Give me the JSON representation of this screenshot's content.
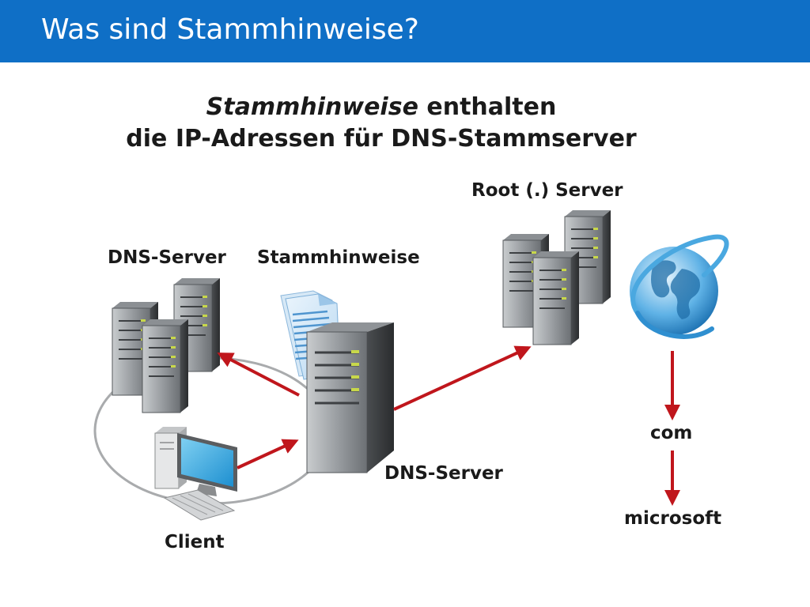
{
  "slide": {
    "title": "Was sind Stammhinweise?"
  },
  "heading": {
    "line1_em": "Stammhinweise",
    "line1_rest": " enthalten",
    "line2": "die IP-Adressen für DNS-Stammserver"
  },
  "labels": {
    "root_server": "Root (.) Server",
    "dns_server_left": "DNS-Server",
    "stammhinweise": "Stammhinweise",
    "dns_server_center": "DNS-Server",
    "client": "Client",
    "com": "com",
    "microsoft": "microsoft"
  },
  "colors": {
    "title_bar": "#0f6fc6",
    "arrow": "#c0161c",
    "globe": "#2f8fd0"
  },
  "icons": [
    "server-cluster-icon",
    "server-tower-icon",
    "document-icon",
    "desktop-computer-icon",
    "globe-icon"
  ]
}
